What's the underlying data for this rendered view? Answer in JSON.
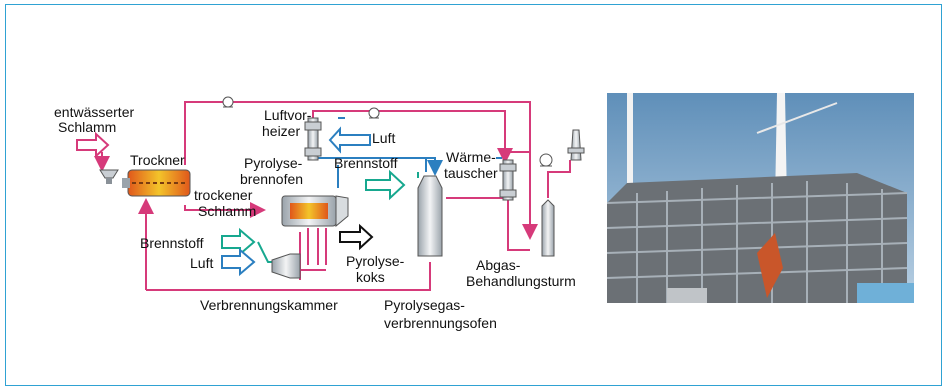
{
  "labels": {
    "dewatered_sludge_1": "entwässerter",
    "dewatered_sludge_2": "Schlamm",
    "dryer": "Trockner",
    "air_preheater_1": "Luftvor-",
    "air_preheater_2": "heizer",
    "air_top": "Luft",
    "pyrolysis_furnace_1": "Pyrolyse-",
    "pyrolysis_furnace_2": "brennofen",
    "fuel_right": "Brennstoff",
    "dry_sludge_1": "trockener",
    "dry_sludge_2": "Schlamm",
    "heat_exchanger_1": "Wärme-",
    "heat_exchanger_2": "tauscher",
    "fuel_left": "Brennstoff",
    "air_left": "Luft",
    "pyrolysis_coke_1": "Pyrolyse-",
    "pyrolysis_coke_2": "koks",
    "exhaust_tower_1": "Abgas-",
    "exhaust_tower_2": "Behandlungsturm",
    "combustion_chamber": "Verbrennungskammer",
    "gas_furnace_1": "Pyrolysegas-",
    "gas_furnace_2": "verbrennungsofen"
  },
  "colors": {
    "frame": "#2fa2d3",
    "gas_line": "#d63a7a",
    "air_line": "#2b7fc0",
    "fuel_line": "#17a88f",
    "sludge_arrow": "#d63a7a"
  },
  "icons": [
    "fan-icon",
    "chimney-icon",
    "hopper-icon"
  ]
}
